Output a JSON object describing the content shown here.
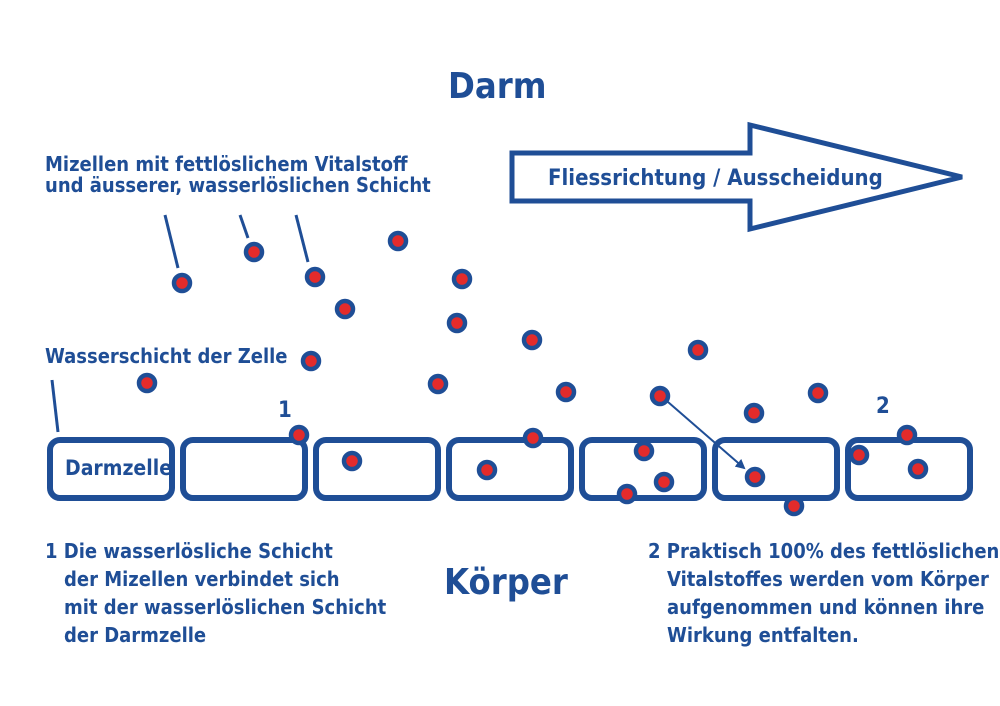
{
  "title_top": "Darm",
  "title_bottom": "Körper",
  "arrow_label": "Fliessrichtung / Ausscheidung",
  "micelle_label": [
    "Mizellen mit fettlöslichem Vitalstoff",
    "und äusserer, wasserlöslichen Schicht"
  ],
  "water_layer_label": "Wasserschicht der Zelle",
  "cell_label": "Darmzelle",
  "marker_1": "1",
  "marker_2": "2",
  "note_1": [
    "1 Die wasserlösliche Schicht",
    "der Mizellen verbindet sich",
    "mit der wasserlöslichen Schicht",
    "der Darmzelle"
  ],
  "note_2": [
    "2 Praktisch 100% des fettlöslichen",
    "Vitalstoffes werden vom Körper",
    "aufgenommen und können ihre",
    "Wirkung entfalten."
  ],
  "colors": {
    "primary": "#1f4e96",
    "core": "#e32b2b",
    "background": "#ffffff"
  }
}
